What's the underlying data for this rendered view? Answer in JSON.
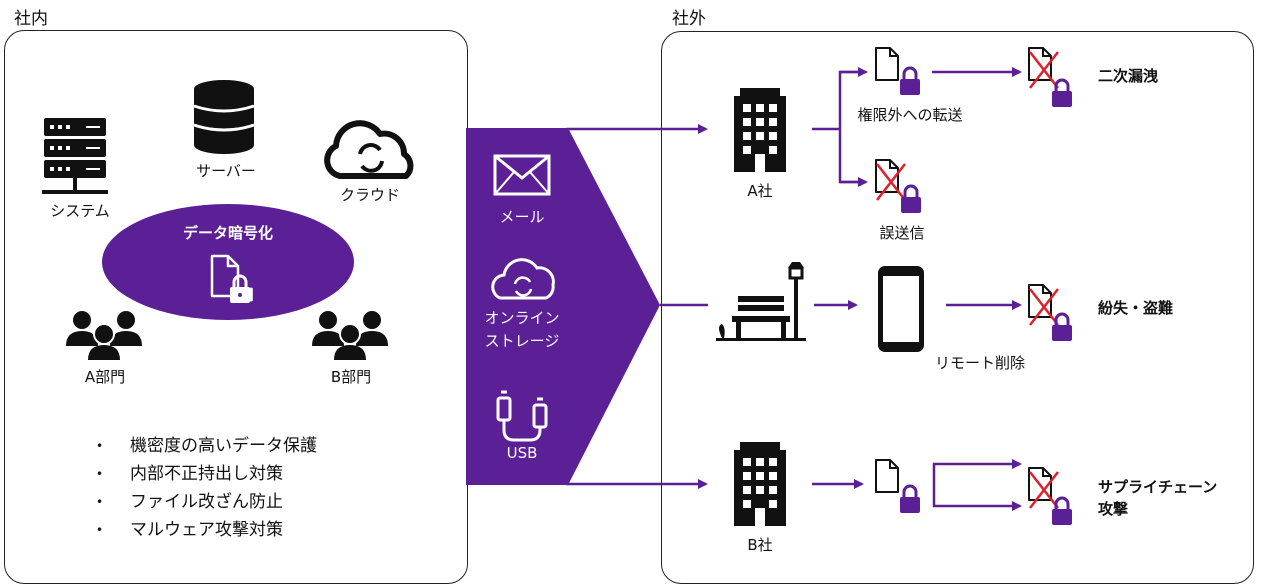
{
  "inside": {
    "title": "社内",
    "system_label": "システム",
    "server_label": "サーバー",
    "cloud_label": "クラウド",
    "encryption_label": "データ暗号化",
    "dept_a_label": "A部門",
    "dept_b_label": "B部門",
    "features": [
      "機密度の高いデータ保護",
      "内部不正持出し対策",
      "ファイル改ざん防止",
      "マルウェア攻撃対策"
    ]
  },
  "channels": {
    "mail_label": "メール",
    "storage_label_1": "オンライン",
    "storage_label_2": "ストレージ",
    "usb_label": "USB"
  },
  "outside": {
    "title": "社外",
    "company_a_label": "A社",
    "company_b_label": "B社",
    "forward_label": "権限外への転送",
    "misdelivery_label": "誤送信",
    "secondary_leak_label": "二次漏洩",
    "lost_stolen_label": "紛失・盗難",
    "remote_delete_label": "リモート削除",
    "supply_chain_label_1": "サプライチェーン",
    "supply_chain_label_2": "攻撃"
  },
  "colors": {
    "accent": "#5b1f96",
    "cross": "#e0202a"
  }
}
